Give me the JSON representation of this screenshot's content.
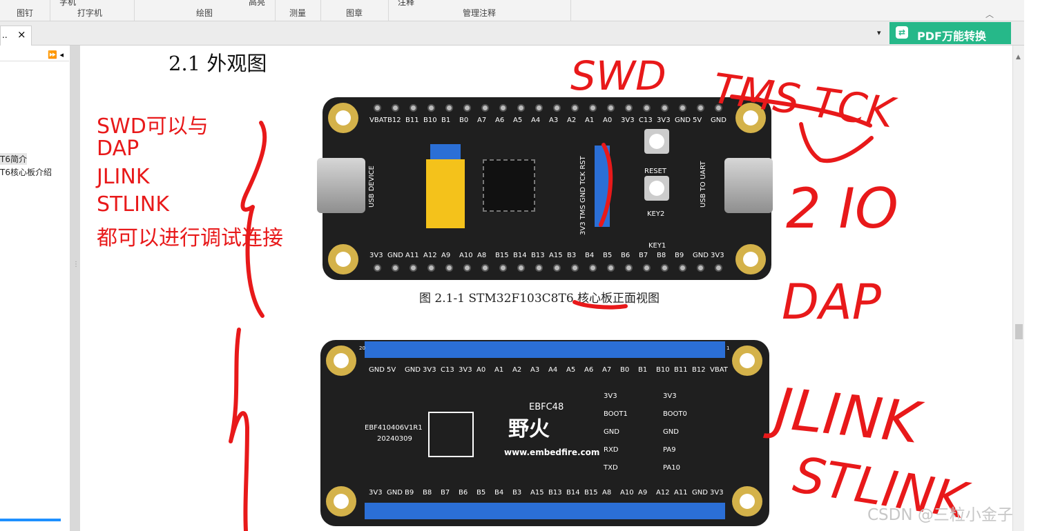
{
  "ribbon": {
    "groups": [
      {
        "label": "图钉",
        "top": ""
      },
      {
        "label": "打字机",
        "top": "字机"
      },
      {
        "label": "绘图",
        "top": ""
      },
      {
        "label": "",
        "top": "高亮"
      },
      {
        "label": "测量",
        "top": ""
      },
      {
        "label": "图章",
        "top": ""
      },
      {
        "label": "管理注释",
        "top": "注释"
      }
    ],
    "collapse_icon": "chevron-up-icon"
  },
  "tabs": {
    "doc_tab_label": "..",
    "close_glyph": "×",
    "dropdown_glyph": "▾"
  },
  "pdf_button": {
    "label": "PDF万能转换",
    "color": "#26b889",
    "icon": "convert-icon"
  },
  "sidebar": {
    "controls": "⏩ ◂",
    "outline_items": [
      "T6简介",
      "T6核心板介绍"
    ]
  },
  "document": {
    "heading": "2.1 外观图",
    "caption": "图 2.1-1  STM32F103C8T6 核心板正面视图",
    "front_board": {
      "top_pins": [
        "VBAT",
        "B12",
        "B11",
        "B10",
        "B1",
        "B0",
        "A7",
        "A6",
        "A5",
        "A4",
        "A3",
        "A2",
        "A1",
        "A0",
        "3V3",
        "C13",
        "3V3",
        "GND",
        "5V",
        "GND"
      ],
      "bottom_pins": [
        "3V3",
        "GND",
        "A11",
        "A12",
        "A9",
        "A10",
        "A8",
        "B15",
        "B14",
        "B13",
        "A15",
        "B3",
        "B4",
        "B5",
        "B6",
        "B7",
        "B8",
        "B9",
        "GND",
        "3V3"
      ],
      "left_vertical": "USB DEVICE",
      "right_vertical": "USB TO UART",
      "debug_header": "3V3 TMS GND TCK RST",
      "reset_label": "RESET",
      "key2_label": "KEY2",
      "key1_label": "KEY1"
    },
    "back_board": {
      "top_pins": [
        "GND",
        "5V",
        "GND",
        "3V3",
        "C13",
        "3V3",
        "A0",
        "A1",
        "A2",
        "A3",
        "A4",
        "A5",
        "A6",
        "A7",
        "B0",
        "B1",
        "B10",
        "B11",
        "B12",
        "VBAT"
      ],
      "bottom_pins": [
        "3V3",
        "GND",
        "B9",
        "B8",
        "B7",
        "B6",
        "B5",
        "B4",
        "B3",
        "A15",
        "B13",
        "B14",
        "B15",
        "A8",
        "A10",
        "A9",
        "A12",
        "A11",
        "GND",
        "3V3"
      ],
      "model": "EBFC48",
      "revision": "EBF410406V1R1",
      "date": "20240309",
      "brand": "野火",
      "url": "www.embedfire.com",
      "left_labels": [
        "3V3",
        "BOOT1",
        "GND",
        "RXD",
        "TXD"
      ],
      "right_labels": [
        "3V3",
        "BOOT0",
        "GND",
        "PA9",
        "PA10"
      ],
      "pin_num_a": "20",
      "pin_num_b": "1"
    }
  },
  "annotations": {
    "typed_lines": [
      "SWD可以与",
      "DAP",
      "JLINK",
      "STLINK",
      "都可以进行调试连接"
    ],
    "handwriting": [
      "SWD",
      "TMS TCK",
      "2 IO",
      "DAP",
      "JLINK",
      "STLINK"
    ],
    "ink_color": "#e8191a"
  },
  "watermark": "CSDN @三粒小金子"
}
